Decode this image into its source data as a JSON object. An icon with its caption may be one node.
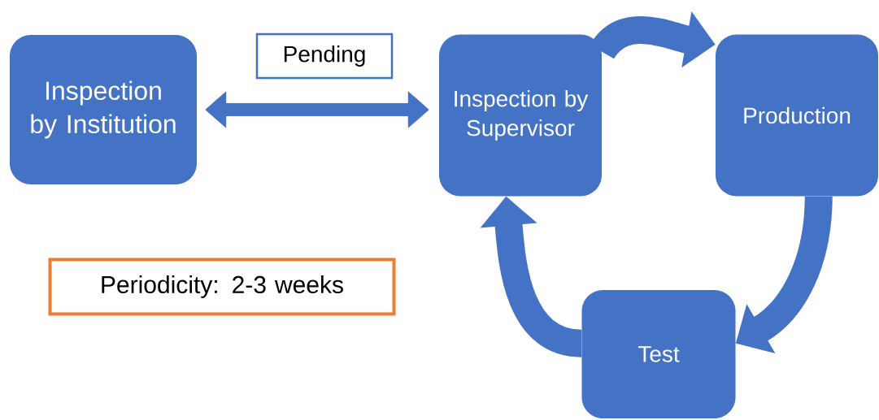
{
  "diagram": {
    "nodes": [
      {
        "text": [
          "Inspection by Institution"
        ]
      },
      {
        "text": [
          "Pending"
        ]
      },
      {
        "text": [
          "Inspection by Supervisor"
        ]
      },
      {
        "text": [
          "Production"
        ]
      },
      {
        "text": [
          "Test"
        ]
      },
      {
        "text": [
          "Periodicity: 2-3 weeks"
        ]
      }
    ],
    "edges": [
      {
        "from": 0,
        "to": 2,
        "arrow": "both"
      },
      {
        "from": 2,
        "to": 3,
        "arrow": "to"
      },
      {
        "from": 3,
        "to": 4,
        "arrow": "to"
      },
      {
        "from": 4,
        "to": 2,
        "arrow": "to"
      }
    ]
  }
}
